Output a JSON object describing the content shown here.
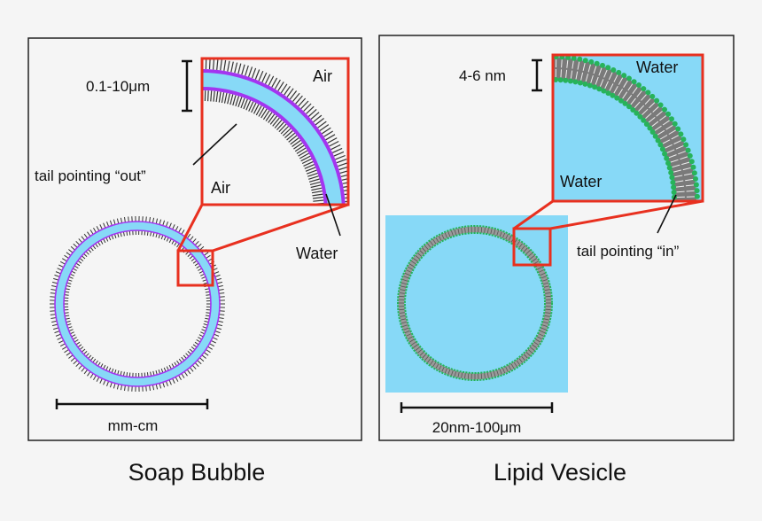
{
  "soap_bubble": {
    "caption": "Soap Bubble",
    "thickness_label": "0.1-10μm",
    "inset_air_top": "Air",
    "inset_air_bottom": "Air",
    "tail_label": "tail pointing “out”",
    "water_label": "Water",
    "scale_label": "mm-cm"
  },
  "lipid_vesicle": {
    "caption": "Lipid Vesicle",
    "thickness_label": "4-6 nm",
    "inset_water_top": "Water",
    "inset_water_bottom": "Water",
    "tail_label": "tail pointing “in”",
    "scale_label": "20nm-100μm"
  },
  "colors": {
    "water": "#87d9f7",
    "soap_head": "#a335f0",
    "lipid_head": "#27b35a",
    "highlight": "#e8301f",
    "tail": "#333333"
  }
}
